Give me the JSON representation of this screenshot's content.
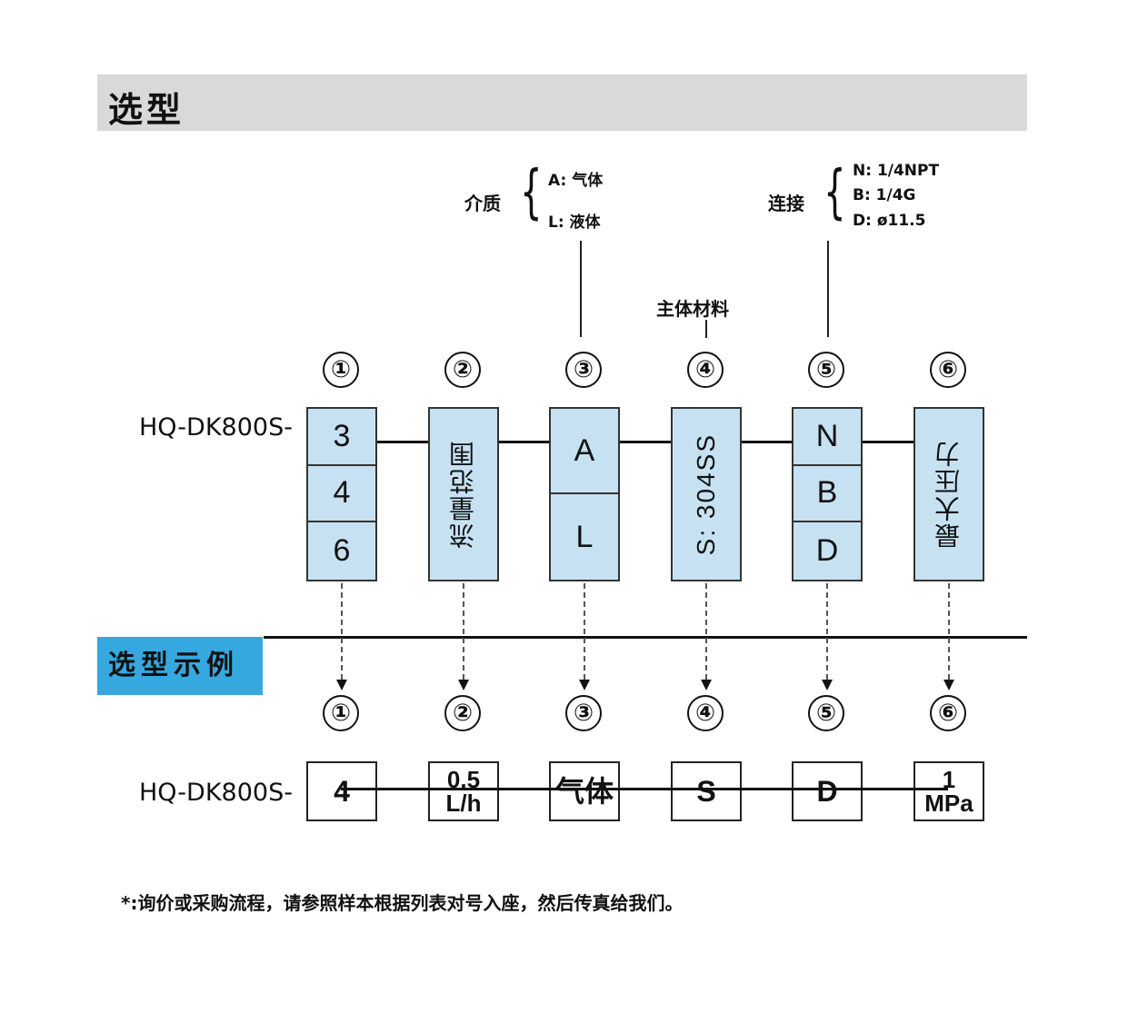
{
  "title": "选型",
  "model_prefix": "HQ-DK800S-",
  "annotations": {
    "medium": {
      "label": "介质",
      "options": [
        "A: 气体",
        "L: 液体"
      ]
    },
    "material": {
      "label": "主体材料"
    },
    "connection": {
      "label": "连接",
      "options": [
        "N: 1/4NPT",
        "B: 1/4G",
        "D: ø11.5"
      ]
    }
  },
  "step_numbers": [
    "①",
    "②",
    "③",
    "④",
    "⑤",
    "⑥"
  ],
  "columns": [
    {
      "cells": [
        "3",
        "4",
        "6"
      ]
    },
    {
      "vertical": "流量范围"
    },
    {
      "cells": [
        "A",
        "L"
      ]
    },
    {
      "vertical": "S: 304SS"
    },
    {
      "cells": [
        "N",
        "B",
        "D"
      ]
    },
    {
      "vertical": "最大压力"
    }
  ],
  "example": {
    "label": "选型示例",
    "values": [
      [
        "4"
      ],
      [
        "0.5",
        "L/h"
      ],
      [
        "气体"
      ],
      [
        "S"
      ],
      [
        "D"
      ],
      [
        "1",
        "MPa"
      ]
    ]
  },
  "footnote": "*:询价或采购流程，请参照样本根据列表对号入座，然后传真给我们。",
  "colors": {
    "cell_fill": "#c6e2f2",
    "example_label": "#35a8e0",
    "title_bar": "#d9d9d9"
  }
}
